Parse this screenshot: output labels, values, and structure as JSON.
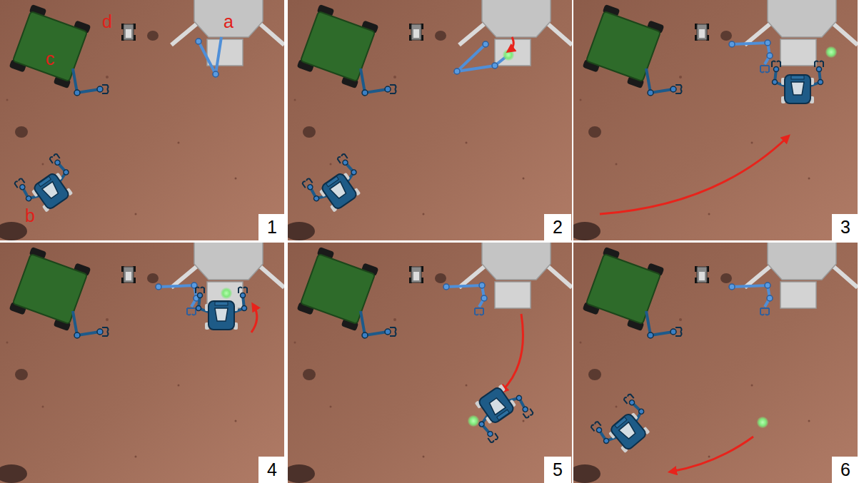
{
  "diagram": {
    "labels": [
      "d",
      "a",
      "c",
      "b",
      "1",
      "2",
      "3",
      "4",
      "5",
      "6"
    ]
  }
}
